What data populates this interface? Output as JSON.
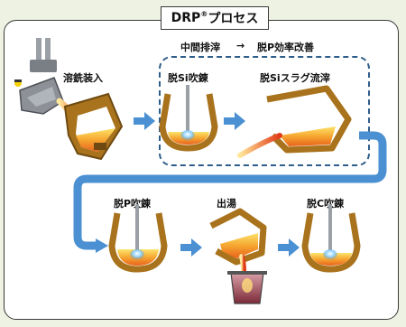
{
  "title": {
    "main": "DRP",
    "reg": "®",
    "rest": "プロセス"
  },
  "header_flow": {
    "left": "中間排滓",
    "arrow": "→",
    "right": "脱P効率改善"
  },
  "steps": {
    "s1": "溶銑装入",
    "s2": "脱Si吹錬",
    "s3": "脱Siスラグ流滓",
    "s4": "脱P吹錬",
    "s5": "出湯",
    "s6": "脱C吹錬"
  },
  "colors": {
    "arrow": "#4a90d2",
    "vessel_shell": "#a8731c",
    "slag": "#f2a52c",
    "dash": "#2f5d8a"
  }
}
